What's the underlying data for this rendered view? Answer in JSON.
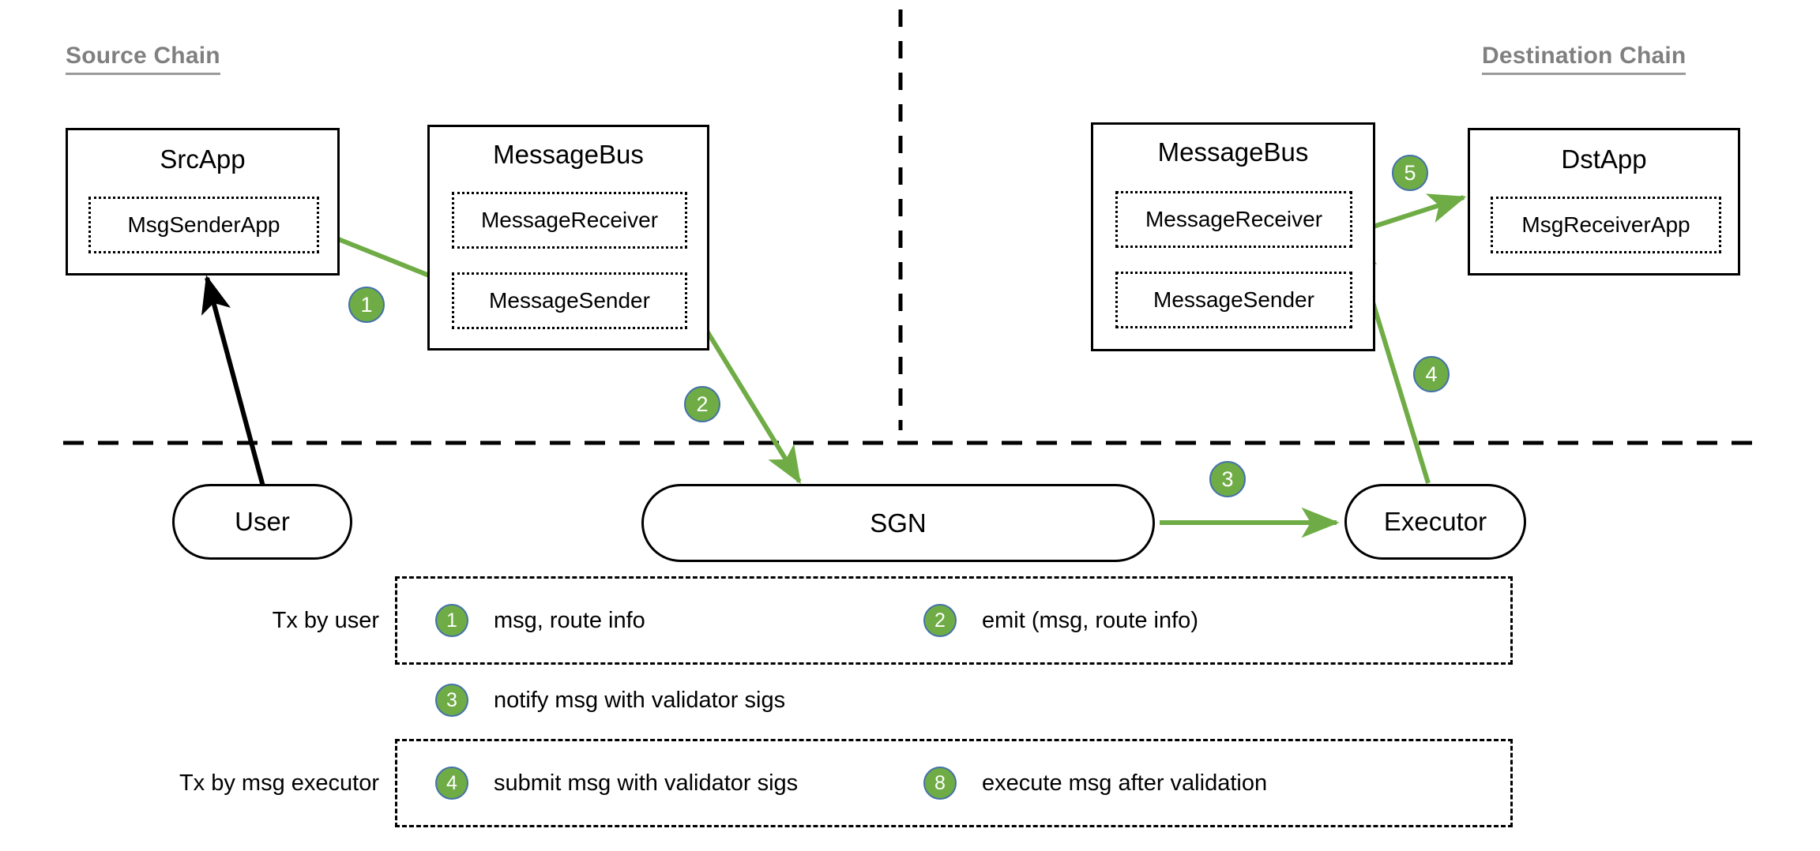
{
  "titles": {
    "source_chain": "Source Chain",
    "destination_chain": "Destination Chain"
  },
  "colors": {
    "accent_green": "#6fac46",
    "badge_border_blue": "#4472a8",
    "chain_title_gray": "#808080",
    "stroke_black": "#000000"
  },
  "source_chain": {
    "src_app": {
      "title": "SrcApp",
      "inner": "MsgSenderApp"
    },
    "message_bus": {
      "title": "MessageBus",
      "inner_receiver": "MessageReceiver",
      "inner_sender": "MessageSender"
    }
  },
  "destination_chain": {
    "message_bus": {
      "title": "MessageBus",
      "inner_receiver": "MessageReceiver",
      "inner_sender": "MessageSender"
    },
    "dst_app": {
      "title": "DstApp",
      "inner": "MsgReceiverApp"
    }
  },
  "offchain": {
    "user": "User",
    "sgn": "SGN",
    "executor": "Executor"
  },
  "flow_badges": {
    "one": "1",
    "two": "2",
    "three": "3",
    "four": "4",
    "five": "5"
  },
  "legend": {
    "row_user_label": "Tx by user",
    "row_executor_label": "Tx by msg executor",
    "items": [
      {
        "num": "1",
        "text": "msg, route info"
      },
      {
        "num": "2",
        "text": "emit (msg, route info)"
      },
      {
        "num": "3",
        "text": "notify msg with validator sigs"
      },
      {
        "num": "4",
        "text": "submit msg with validator sigs"
      },
      {
        "num": "8",
        "text": "execute msg after validation"
      }
    ]
  }
}
